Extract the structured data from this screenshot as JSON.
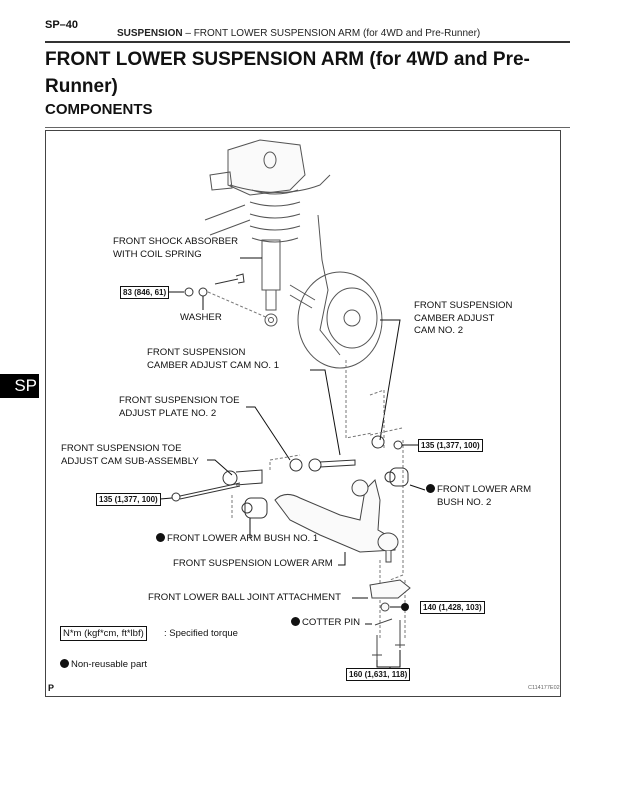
{
  "header": {
    "page_number": "SP–40",
    "section": "SUSPENSION",
    "separator": "–",
    "subsection": "FRONT LOWER SUSPENSION ARM (for 4WD and Pre-Runner)"
  },
  "title": "FRONT LOWER SUSPENSION ARM (for 4WD and Pre-Runner)",
  "subtitle": "COMPONENTS",
  "side_tab": "SP",
  "diagram": {
    "labels": {
      "shock_absorber_1": "FRONT SHOCK ABSORBER",
      "shock_absorber_2": "WITH COIL SPRING",
      "washer": "WASHER",
      "camber_cam2_1": "FRONT SUSPENSION",
      "camber_cam2_2": "CAMBER ADJUST",
      "camber_cam2_3": "CAM NO. 2",
      "camber_cam1_1": "FRONT SUSPENSION",
      "camber_cam1_2": "CAMBER ADJUST CAM NO. 1",
      "toe_plate_1": "FRONT SUSPENSION TOE",
      "toe_plate_2": "ADJUST PLATE NO. 2",
      "toe_cam_1": "FRONT SUSPENSION TOE",
      "toe_cam_2": "ADJUST CAM SUB-ASSEMBLY",
      "bush2_1": "FRONT LOWER ARM",
      "bush2_2": "BUSH NO. 2",
      "bush1": "FRONT LOWER ARM BUSH NO. 1",
      "lower_arm": "FRONT SUSPENSION LOWER ARM",
      "ball_joint": "FRONT LOWER BALL JOINT ATTACHMENT",
      "cotter_pin": "COTTER PIN"
    },
    "torques": {
      "shock": "83 (846, 61)",
      "cam2_nut": "135 (1,377, 100)",
      "toe_bolt": "135 (1,377, 100)",
      "ball_nut": "140 (1,428, 103)",
      "ball_bolts": "160 (1,631, 118)"
    },
    "legend": {
      "torque_unit": "N*m (kgf*cm, ft*lbf)",
      "torque_desc": ": Specified torque",
      "non_reusable": "Non-reusable part"
    },
    "p_mark": "P",
    "figure_code": "C114177E02"
  }
}
